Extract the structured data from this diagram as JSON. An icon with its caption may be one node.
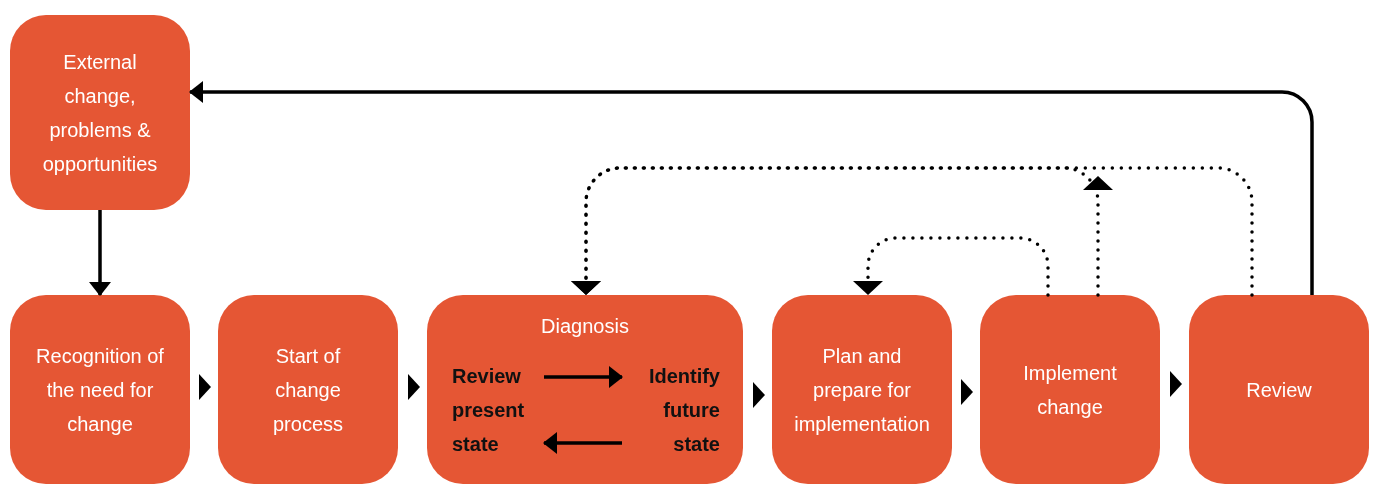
{
  "diagram": {
    "nodes": [
      {
        "text": [
          "External change, problems & opportunities"
        ]
      },
      {
        "text": [
          "Recognition of the need for change"
        ]
      },
      {
        "text": [
          "Start of change process"
        ]
      },
      {
        "text": [
          "Diagnosis"
        ]
      },
      {
        "text": [
          "Review present state"
        ],
        "in": 3
      },
      {
        "text": [
          "Identify future state"
        ],
        "in": 3
      },
      {
        "text": [
          "Plan and prepare for implementation"
        ]
      },
      {
        "text": [
          "Implement change"
        ]
      },
      {
        "text": [
          "Review"
        ]
      }
    ],
    "edges": [
      {
        "from": 0,
        "to": 1,
        "arrow": "to"
      },
      {
        "from": 1,
        "to": 2,
        "arrow": "to"
      },
      {
        "from": 2,
        "to": 3,
        "arrow": "to"
      },
      {
        "from": 4,
        "to": 5,
        "arrow": "to"
      },
      {
        "from": 5,
        "to": 4,
        "arrow": "to"
      },
      {
        "from": 3,
        "to": 6,
        "arrow": "to"
      },
      {
        "from": 6,
        "to": 7,
        "arrow": "to"
      },
      {
        "from": 7,
        "to": 8,
        "arrow": "to"
      },
      {
        "from": 7,
        "to": 6,
        "arrow": "to",
        "style": "dashed"
      },
      {
        "from": 7,
        "to": 3,
        "arrow": "to",
        "style": "dashed"
      },
      {
        "from": 8,
        "to": 3,
        "arrow": "to",
        "style": "dashed"
      },
      {
        "from": 8,
        "to": 0,
        "arrow": "to"
      }
    ]
  }
}
